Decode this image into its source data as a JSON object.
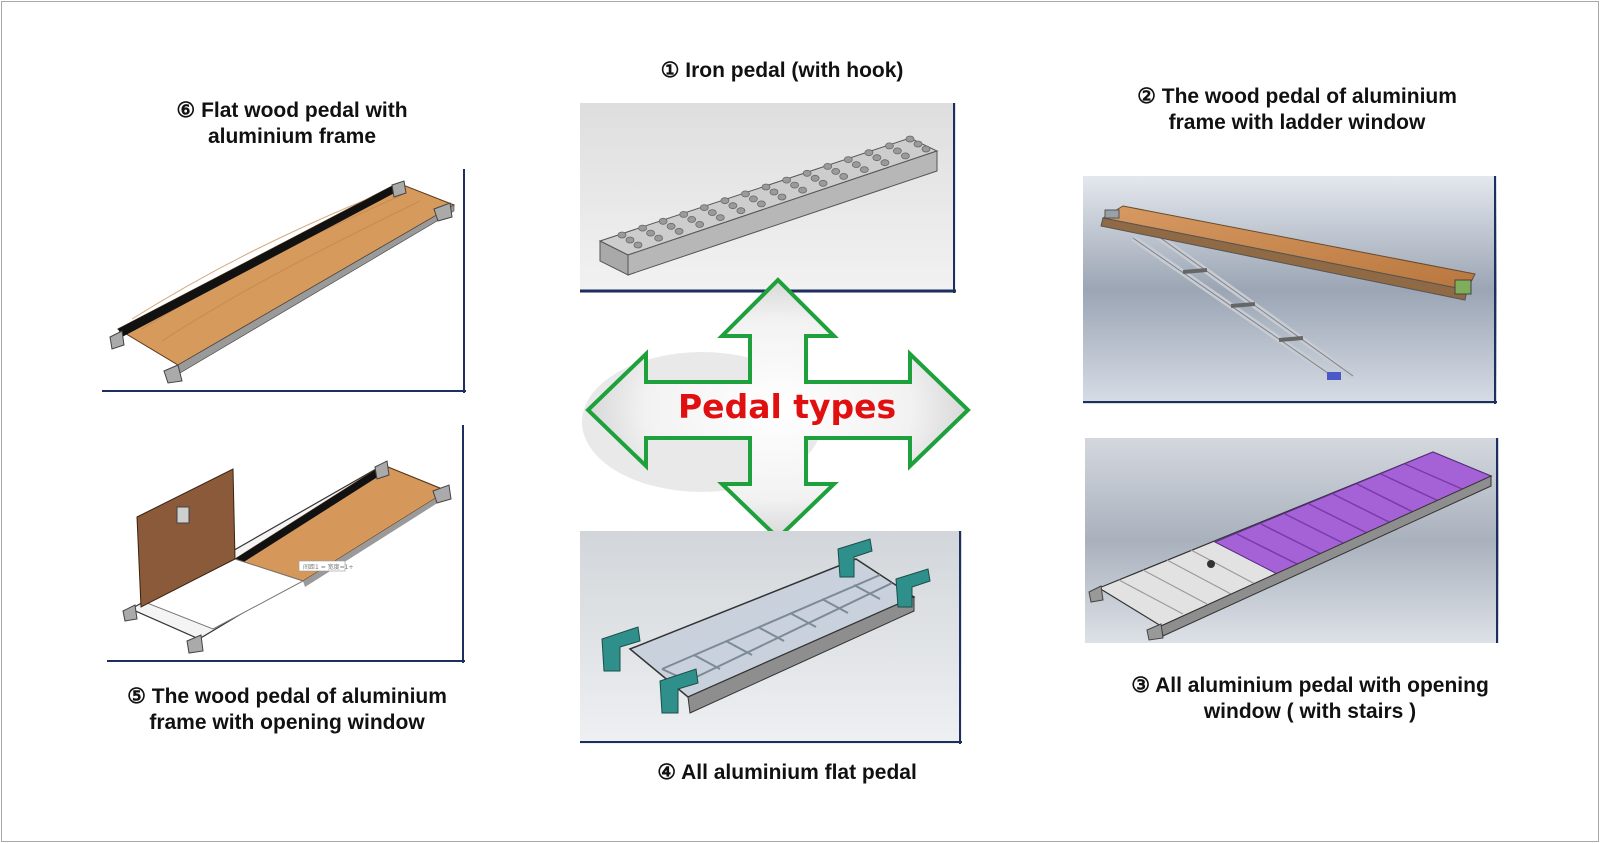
{
  "center": {
    "label": "Pedal types"
  },
  "colors": {
    "arrow_stroke": "#1ea03c",
    "label": "#e01010"
  },
  "items": [
    {
      "caption_lines": [
        "① Iron pedal (with hook)"
      ]
    },
    {
      "caption_lines": [
        "② The wood pedal of aluminium",
        "frame with ladder window"
      ]
    },
    {
      "caption_lines": [
        "③ All aluminium pedal with opening",
        "window ( with stairs )"
      ]
    },
    {
      "caption_lines": [
        "④ All aluminium flat pedal"
      ]
    },
    {
      "caption_lines": [
        "⑤ The wood pedal of aluminium",
        "frame with opening window"
      ]
    },
    {
      "caption_lines": [
        "⑥ Flat wood pedal with",
        "aluminium frame"
      ]
    }
  ],
  "cad_tooltip": "间距1 = 宽度=1+"
}
